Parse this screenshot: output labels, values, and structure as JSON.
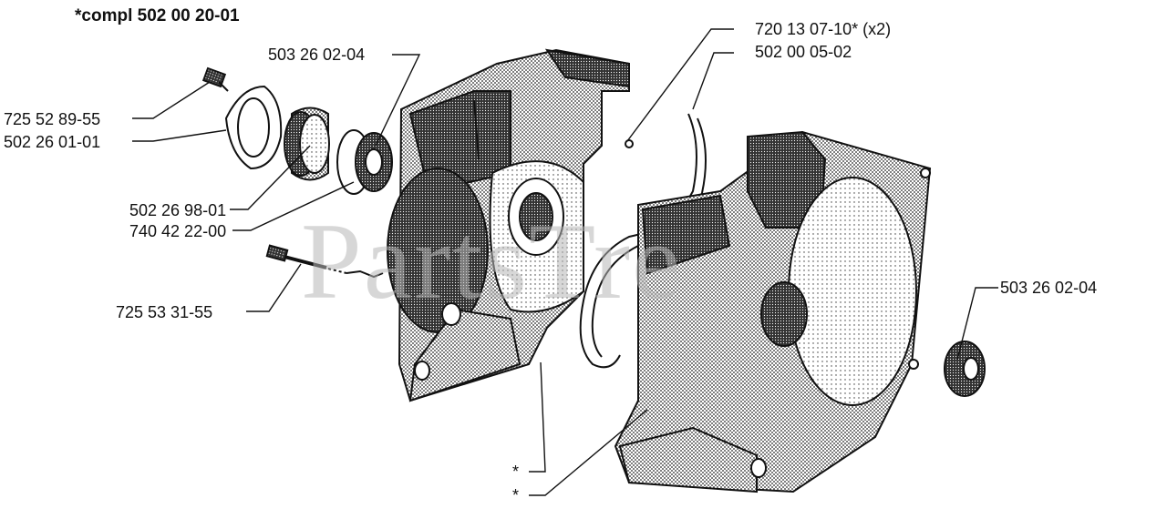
{
  "title": "*compl 502 00 20-01",
  "watermark": "PartsTre",
  "labels": {
    "l1": "503 26 02-04",
    "l2": "725 52 89-55",
    "l3": "502 26 01-01",
    "l4": "502 26 98-01",
    "l5": "740 42 22-00",
    "l6": "725 53 31-55",
    "l7": "720 13 07-10* (x2)",
    "l8": "502 00 05-02",
    "l9": "503 26 02-04",
    "star1": "*",
    "star2": "*"
  },
  "colors": {
    "ink": "#111111",
    "watermark": "#b8b8b8"
  }
}
